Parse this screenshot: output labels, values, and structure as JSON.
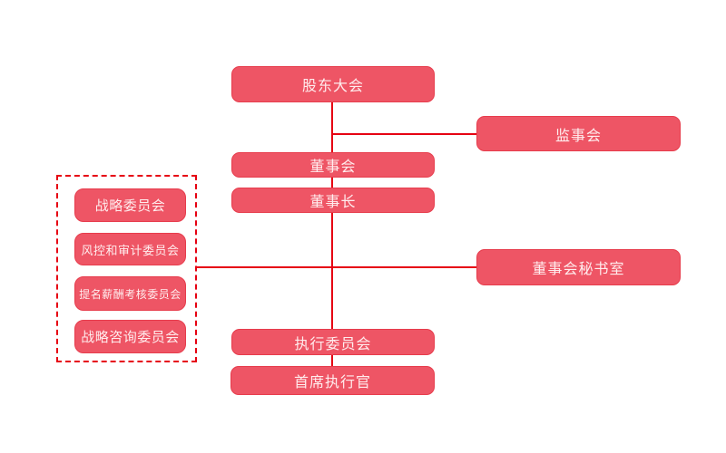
{
  "diagram": {
    "type": "org-chart",
    "nodes": {
      "shareholders_meeting": "股东大会",
      "supervisory_board": "监事会",
      "board_of_directors": "董事会",
      "chairman": "董事长",
      "board_secretary_office": "董事会秘书室",
      "executive_committee": "执行委员会",
      "ceo": "首席执行官",
      "committees": [
        {
          "label": "战略委员会"
        },
        {
          "label": "风控和审计委员会"
        },
        {
          "label": "提名薪酬考核委员会"
        },
        {
          "label": "战略咨询委员会"
        }
      ]
    },
    "colors": {
      "node_fill": "#ee5565",
      "node_border": "#e73c4c",
      "connector_line": "#e60012",
      "node_text": "#ffeced",
      "background": "#ffffff"
    }
  }
}
